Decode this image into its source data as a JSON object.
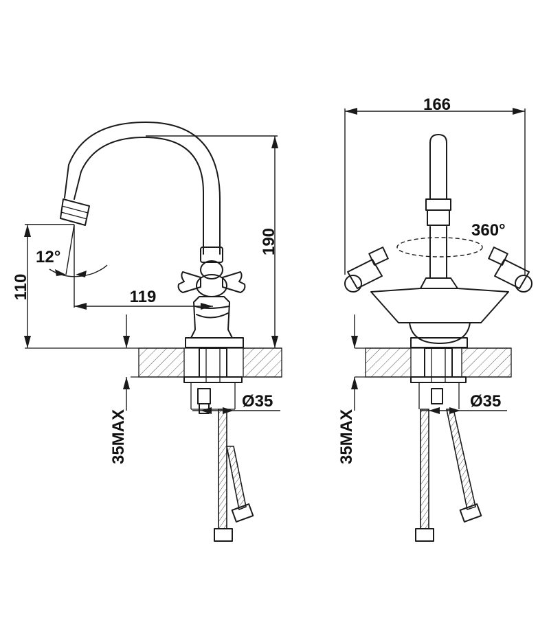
{
  "side_view": {
    "dim_height_total": "190",
    "dim_height_outlet": "110",
    "dim_reach": "119",
    "dim_angle": "12°",
    "dim_hole_diameter": "Ø35",
    "dim_deck_max": "35MAX"
  },
  "front_view": {
    "dim_width": "166",
    "dim_rotation": "360°",
    "dim_hole_diameter": "Ø35",
    "dim_deck_max": "35MAX"
  }
}
